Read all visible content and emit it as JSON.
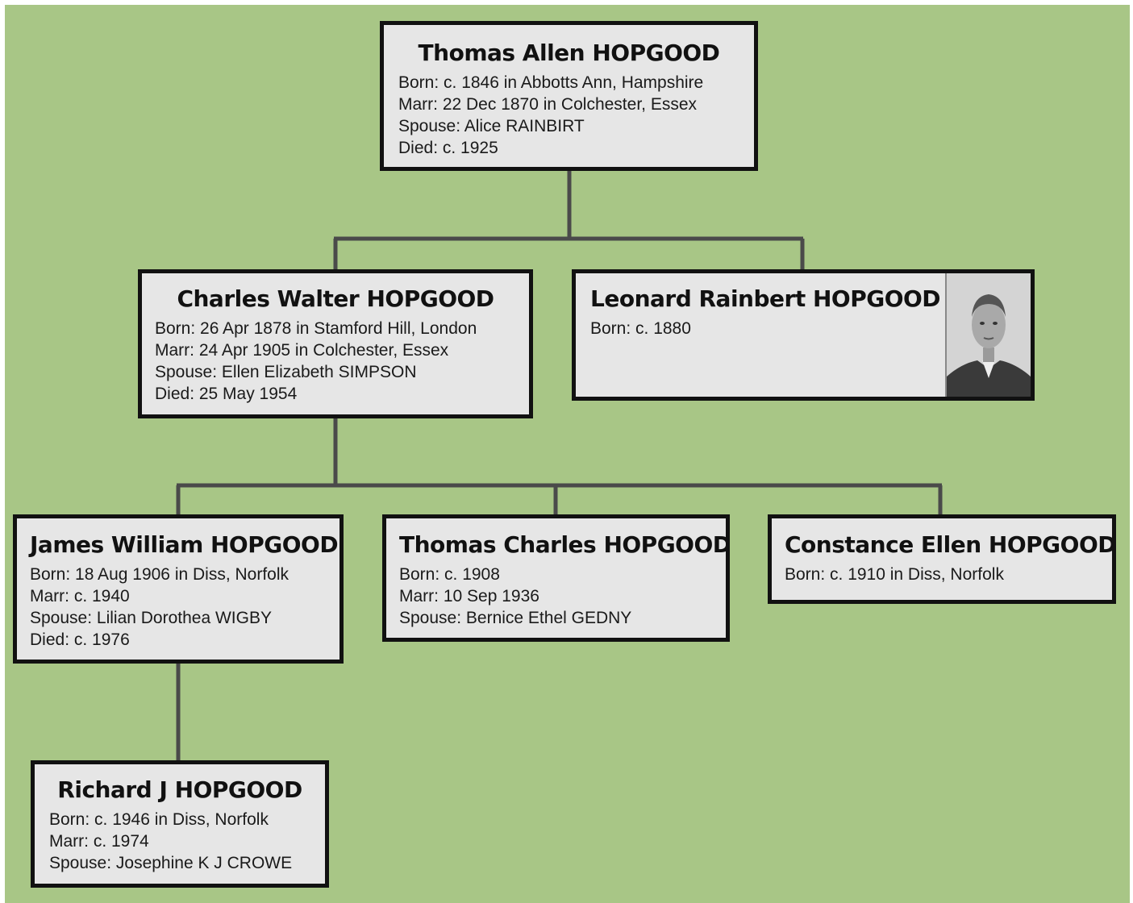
{
  "colors": {
    "background": "#a8c686",
    "box_fill": "#e6e6e6",
    "box_border": "#111111",
    "connector": "#4a4a4a"
  },
  "people": {
    "thomas_allen": {
      "name": "Thomas Allen HOPGOOD",
      "born": "Born: c. 1846 in Abbotts Ann, Hampshire",
      "marr": "Marr: 22 Dec 1870 in Colchester, Essex",
      "spouse": "Spouse:  Alice RAINBIRT",
      "died": "Died: c. 1925"
    },
    "charles_walter": {
      "name": "Charles Walter HOPGOOD",
      "born": "Born: 26 Apr 1878 in Stamford Hill, London",
      "marr": "Marr: 24 Apr 1905 in Colchester, Essex",
      "spouse": "Spouse:  Ellen  Elizabeth  SIMPSON",
      "died": "Died: 25 May 1954"
    },
    "leonard_rainbert": {
      "name": "Leonard Rainbert HOPGOOD",
      "born": "Born: c. 1880",
      "photo_icon": "portrait-photo"
    },
    "james_william": {
      "name": "James William HOPGOOD",
      "born": "Born: 18 Aug 1906 in Diss, Norfolk",
      "marr": "Marr: c. 1940",
      "spouse": "Spouse: Lilian Dorothea WIGBY",
      "died": "Died: c. 1976"
    },
    "thomas_charles": {
      "name": "Thomas Charles HOPGOOD",
      "born": "Born: c. 1908",
      "marr": "Marr: 10 Sep 1936",
      "spouse": "Spouse:  Bernice Ethel GEDNY"
    },
    "constance_ellen": {
      "name": "Constance Ellen HOPGOOD",
      "born": "Born: c. 1910 in Diss, Norfolk"
    },
    "richard_j": {
      "name": "Richard J HOPGOOD",
      "born": "Born: c. 1946 in Diss, Norfolk",
      "marr": "Marr: c. 1974",
      "spouse": "Spouse:  Josephine K J CROWE"
    }
  }
}
